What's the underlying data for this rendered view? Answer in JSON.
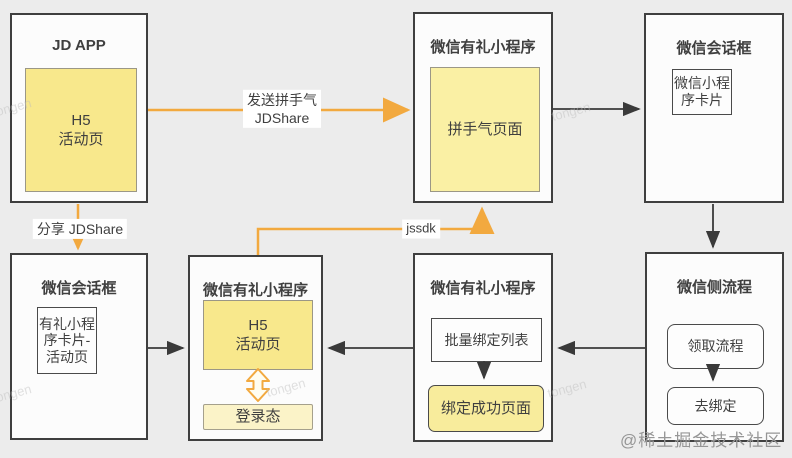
{
  "colors": {
    "background": "#ECECEC",
    "panel_border": "#3F3F3F",
    "yellow": "#F8E88C",
    "yellow_pale": "#FAF0A4",
    "yellow_light": "#FBF3C8",
    "orange": "#F2A93F",
    "arrow": "#3A3A3A",
    "text": "#3F3F3F",
    "watermark": "#969696"
  },
  "panels": {
    "jd_app": {
      "title": "JD APP",
      "h5": "H5\n活动页"
    },
    "wx_mini_top": {
      "title": "微信有礼小程序",
      "page": "拼手气页面"
    },
    "wx_chat_top": {
      "title": "微信会话框",
      "card": "微信小程序卡片"
    },
    "wx_chat_bottom": {
      "title": "微信会话框",
      "card": "有礼小程序卡片-活动页"
    },
    "wx_mini_h5": {
      "title": "微信有礼小程序",
      "h5": "H5\n活动页",
      "login": "登录态"
    },
    "wx_mini_bind": {
      "title": "微信有礼小程序",
      "list": "批量绑定列表",
      "success": "绑定成功页面"
    },
    "wx_side": {
      "title": "微信侧流程",
      "receive": "领取流程",
      "bind": "去绑定"
    }
  },
  "edge_labels": {
    "send": "发送拼手气\nJDShare",
    "share": "分享 JDShare",
    "jssdk": "jssdk"
  },
  "watermarks": {
    "community": "@稀土掘金技术社区",
    "diagonal": "tongen"
  }
}
